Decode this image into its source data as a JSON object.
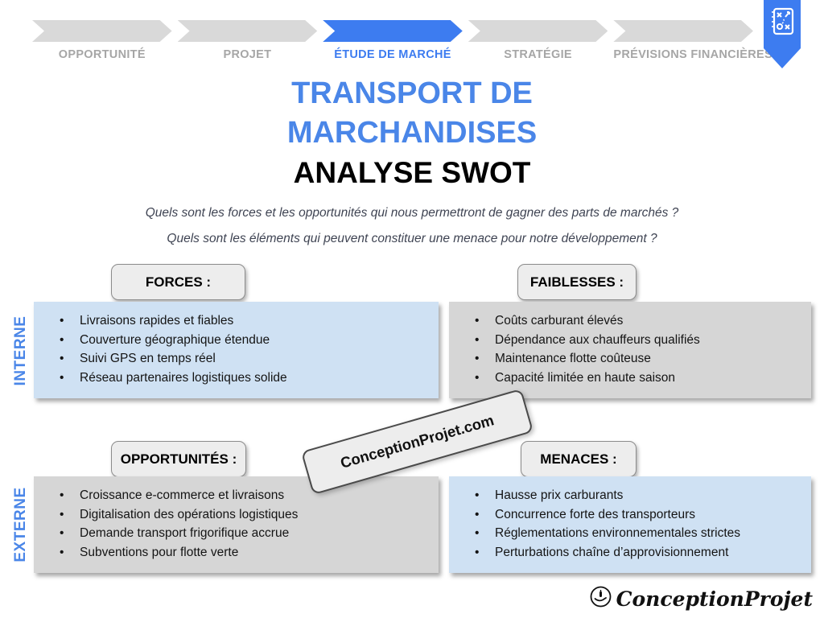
{
  "stepper": {
    "steps": [
      {
        "label": "OPPORTUNITÉ",
        "active": false
      },
      {
        "label": "PROJET",
        "active": false
      },
      {
        "label": "ÉTUDE DE MARCHÉ",
        "active": true
      },
      {
        "label": "STRATÉGIE",
        "active": false
      },
      {
        "label": "PRÉVISIONS FINANCIÈRES",
        "active": false
      }
    ]
  },
  "title": {
    "line1": "TRANSPORT DE",
    "line2": "MARCHANDISES",
    "line3": "ANALYSE SWOT"
  },
  "questions": [
    "Quels sont les forces et les opportunités qui nous permettront de gagner des parts de marchés ?",
    "Quels sont les éléments qui peuvent constituer une menace pour notre développement ?"
  ],
  "row_labels": {
    "internal": "INTERNE",
    "external": "EXTERNE"
  },
  "quadrants": {
    "forces": {
      "header": "FORCES :",
      "items": [
        "Livraisons rapides et fiables",
        "Couverture géographique étendue",
        "Suivi GPS en temps réel",
        "Réseau partenaires logistiques solide"
      ]
    },
    "faiblesses": {
      "header": "FAIBLESSES :",
      "items": [
        "Coûts carburant élevés",
        "Dépendance aux chauffeurs qualifiés",
        "Maintenance flotte coûteuse",
        "Capacité limitée en haute saison"
      ]
    },
    "opportunites": {
      "header": "OPPORTUNITÉS :",
      "items": [
        "Croissance e-commerce et livraisons",
        "Digitalisation des opérations logistiques",
        "Demande transport frigorifique accrue",
        "Subventions pour flotte verte"
      ]
    },
    "menaces": {
      "header": "MENACES :",
      "items": [
        "Hausse prix carburants",
        "Concurrence forte des transporteurs",
        "Réglementations environnementales strictes",
        "Perturbations chaîne d’approvisionnement"
      ]
    }
  },
  "watermark": "ConceptionProjet.com",
  "brand": "ConceptionProjet",
  "icons": {
    "ribbon": "strategy-board-ribbon-icon",
    "brand": "hand-logo-icon"
  },
  "colors": {
    "accent_blue": "#3d7cf0",
    "title_blue": "#4a86e8",
    "light_blue_box": "#cfe1f3",
    "gray_box": "#d6d6d6",
    "pill_bg": "#ededed",
    "step_gray": "#d9d9d9",
    "step_label_gray": "#a6a6a6"
  }
}
